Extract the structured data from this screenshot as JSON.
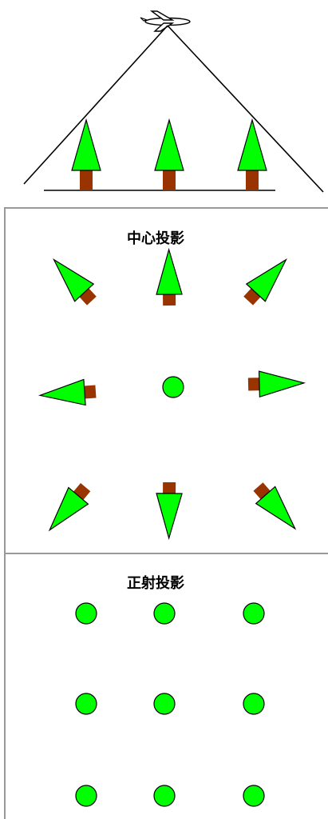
{
  "colors": {
    "foliage": "#00ff00",
    "trunk": "#993300",
    "outline": "#000000",
    "panel_border": "#999999",
    "background": "#ffffff"
  },
  "scene": {
    "icon": "airplane-icon",
    "tree_count": 3
  },
  "central_projection": {
    "title": "中心投影",
    "trees": [
      {
        "pos": "top-left",
        "lean": "up-left"
      },
      {
        "pos": "top-center",
        "lean": "up"
      },
      {
        "pos": "top-right",
        "lean": "up-right"
      },
      {
        "pos": "middle-left",
        "lean": "left"
      },
      {
        "pos": "center",
        "lean": "none"
      },
      {
        "pos": "middle-right",
        "lean": "right"
      },
      {
        "pos": "bottom-left",
        "lean": "down-left"
      },
      {
        "pos": "bottom-center",
        "lean": "down"
      },
      {
        "pos": "bottom-right",
        "lean": "down-right"
      }
    ]
  },
  "orthographic_projection": {
    "title": "正射投影",
    "tree_count": 9
  }
}
